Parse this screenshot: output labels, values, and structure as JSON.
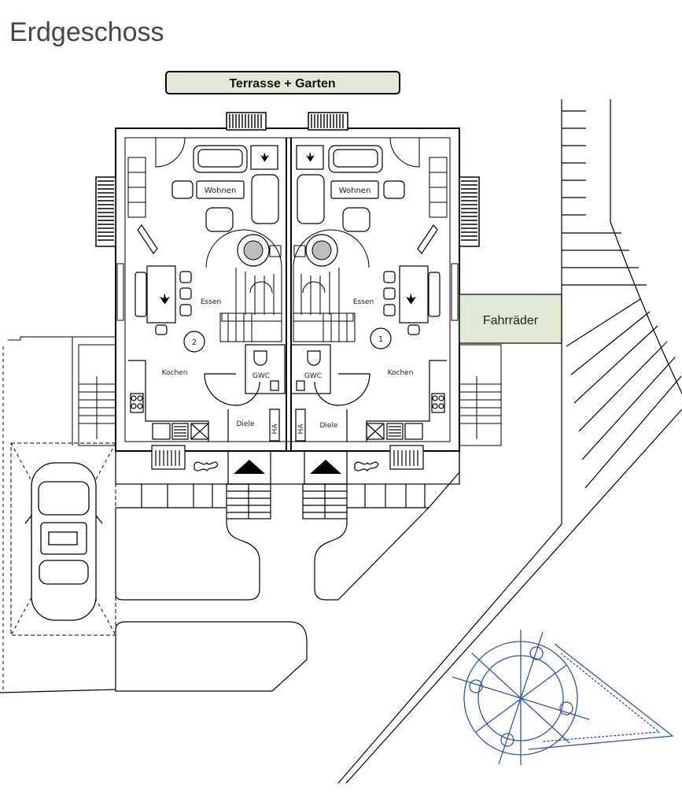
{
  "title": "Erdgeschoss",
  "labels": {
    "terrace": "Terrasse + Garten",
    "bikes": "Fahrräder",
    "living": "Wohnen",
    "dining": "Essen",
    "kitchen": "Kochen",
    "wc": "GWC",
    "hall": "Diele",
    "ha": "HA",
    "unit_left": "2",
    "unit_right": "1"
  },
  "colors": {
    "label_fill": "#dfe9d3",
    "title": "#3e4a3e",
    "compass": "#2f55a8",
    "stair_disc": "#bdbdbd"
  }
}
